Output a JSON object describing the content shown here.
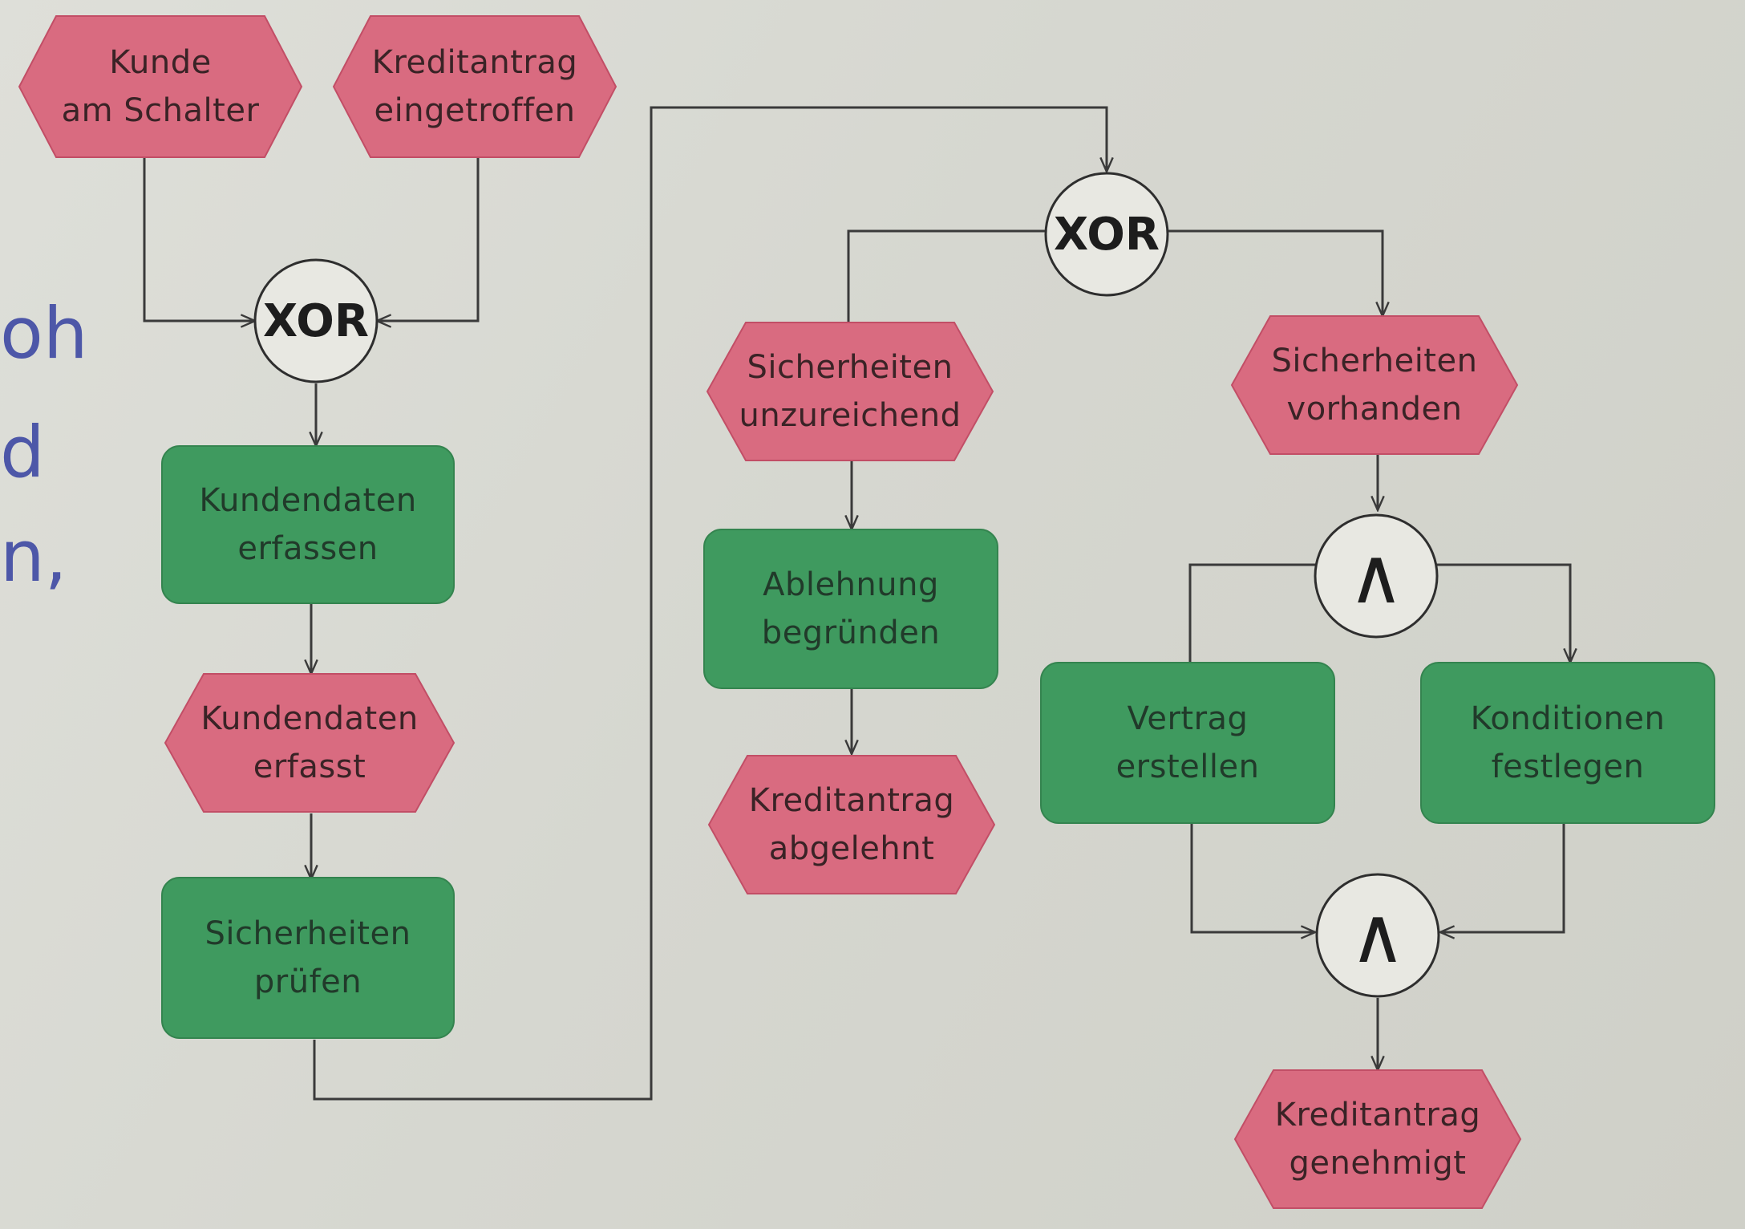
{
  "side_text": [
    "oh",
    "d",
    "n,"
  ],
  "events": {
    "kunde_am_schalter": "Kunde\nam Schalter",
    "kreditantrag_eingetroffen": "Kreditantrag\neingetroffen",
    "kundendaten_erfasst": "Kundendaten\nerfasst",
    "sicherheiten_unzureichend": "Sicherheiten\nunzureichend",
    "kreditantrag_abgelehnt": "Kreditantrag\nabgelehnt",
    "sicherheiten_vorhanden": "Sicherheiten\nvorhanden",
    "kreditantrag_genehmigt": "Kreditantrag\ngenehmigt"
  },
  "functions": {
    "kundendaten_erfassen": "Kundendaten\nerfassen",
    "sicherheiten_pruefen": "Sicherheiten\nprüfen",
    "ablehnung_begruenden": "Ablehnung\nbegründen",
    "vertrag_erstellen": "Vertrag\nerstellen",
    "konditionen_festlegen": "Konditionen\nfestlegen"
  },
  "connectors": {
    "xor": "XOR",
    "and": "∧"
  },
  "colors": {
    "event_fill": "#d96b80",
    "function_fill": "#3f9a5f",
    "line": "#3a3a3a",
    "side_text": "#4d57a8"
  }
}
